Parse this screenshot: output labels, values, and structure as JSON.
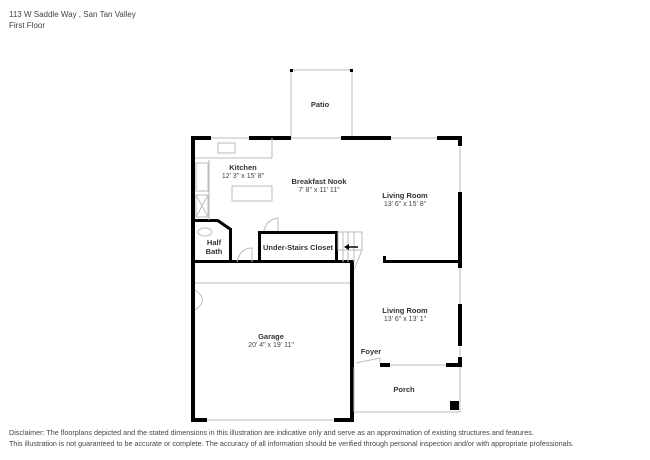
{
  "header": {
    "address": "113 W Saddle Way , San Tan Valley",
    "floor": "First Floor"
  },
  "rooms": [
    {
      "name": "Patio",
      "dim": ""
    },
    {
      "name": "Kitchen",
      "dim": "12' 3\" x 15' 8\""
    },
    {
      "name": "Breakfast Nook",
      "dim": "7' 8\" x 11' 11\""
    },
    {
      "name": "Living Room",
      "dim": "13' 6\" x 15' 8\""
    },
    {
      "name": "Half Bath",
      "dim": ""
    },
    {
      "name": "Under-Stairs Closet",
      "dim": ""
    },
    {
      "name": "Living Room",
      "dim": "13' 6\" x 13' 1\""
    },
    {
      "name": "Garage",
      "dim": "20' 4\" x 19' 11\""
    },
    {
      "name": "Foyer",
      "dim": ""
    },
    {
      "name": "Porch",
      "dim": ""
    }
  ],
  "half_bath_lines": [
    "Half",
    "Bath"
  ],
  "disclaimer": {
    "line1": "Disclaimer: The floorplans depicted and the stated dimensions in this illustration are indicative only and serve as an approximation of existing structures and features.",
    "line2": "This illustration is not guaranteed to be accurate or complete. The accuracy of all information should be verified through personal inspection and/or with appropriate professionals."
  },
  "colors": {
    "wall": "#000000",
    "thin_line": "#bbbbbb",
    "text": "#333333"
  }
}
